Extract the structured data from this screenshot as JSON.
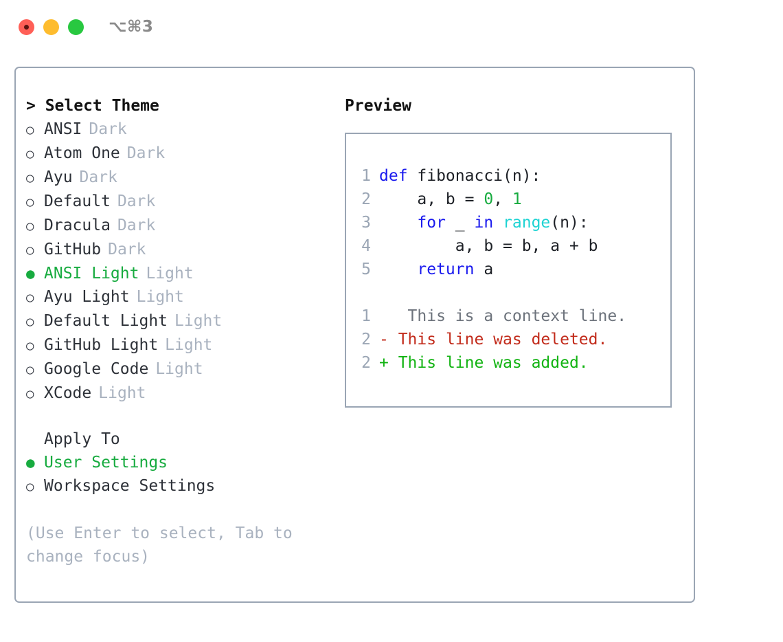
{
  "window": {
    "title": "⌥⌘3",
    "traffic_lights": [
      {
        "name": "close",
        "color": "#ff5f57"
      },
      {
        "name": "minimize",
        "color": "#febc2e"
      },
      {
        "name": "maximize",
        "color": "#28c840"
      }
    ]
  },
  "theme_panel": {
    "heading": "> Select Theme",
    "items": [
      {
        "bullet": "○",
        "label": "ANSI",
        "badge": "Dark",
        "selected": false
      },
      {
        "bullet": "○",
        "label": "Atom One",
        "badge": "Dark",
        "selected": false
      },
      {
        "bullet": "○",
        "label": "Ayu",
        "badge": "Dark",
        "selected": false
      },
      {
        "bullet": "○",
        "label": "Default",
        "badge": "Dark",
        "selected": false
      },
      {
        "bullet": "○",
        "label": "Dracula",
        "badge": "Dark",
        "selected": false
      },
      {
        "bullet": "○",
        "label": "GitHub",
        "badge": "Dark",
        "selected": false
      },
      {
        "bullet": "●",
        "label": "ANSI Light",
        "badge": "Light",
        "selected": true
      },
      {
        "bullet": "○",
        "label": "Ayu Light",
        "badge": "Light",
        "selected": false
      },
      {
        "bullet": "○",
        "label": "Default Light",
        "badge": "Light",
        "selected": false
      },
      {
        "bullet": "○",
        "label": "GitHub Light",
        "badge": "Light",
        "selected": false
      },
      {
        "bullet": "○",
        "label": "Google Code",
        "badge": "Light",
        "selected": false
      },
      {
        "bullet": "○",
        "label": "XCode",
        "badge": "Light",
        "selected": false
      }
    ]
  },
  "apply_to": {
    "heading": "Apply To",
    "items": [
      {
        "bullet": "●",
        "label": "User Settings",
        "selected": true
      },
      {
        "bullet": "○",
        "label": "Workspace Settings",
        "selected": false
      }
    ]
  },
  "hint": "(Use Enter to select, Tab to change focus)",
  "preview": {
    "title": "Preview",
    "code_lines": [
      {
        "num": "1",
        "tokens": [
          {
            "t": "def",
            "c": "kw"
          },
          {
            "t": " fibonacci(n):",
            "c": "txt"
          }
        ]
      },
      {
        "num": "2",
        "tokens": [
          {
            "t": "    a, b = ",
            "c": "txt"
          },
          {
            "t": "0",
            "c": "num"
          },
          {
            "t": ", ",
            "c": "txt"
          },
          {
            "t": "1",
            "c": "num"
          }
        ]
      },
      {
        "num": "3",
        "tokens": [
          {
            "t": "    ",
            "c": "txt"
          },
          {
            "t": "for",
            "c": "kw"
          },
          {
            "t": " _ ",
            "c": "txt"
          },
          {
            "t": "in",
            "c": "kw"
          },
          {
            "t": " ",
            "c": "txt"
          },
          {
            "t": "range",
            "c": "fn"
          },
          {
            "t": "(n):",
            "c": "txt"
          }
        ]
      },
      {
        "num": "4",
        "tokens": [
          {
            "t": "        a, b = b, a + b",
            "c": "txt"
          }
        ]
      },
      {
        "num": "5",
        "tokens": [
          {
            "t": "    ",
            "c": "txt"
          },
          {
            "t": "return",
            "c": "kw"
          },
          {
            "t": " a",
            "c": "txt"
          }
        ]
      }
    ],
    "diff_lines": [
      {
        "num": "1",
        "marker": " ",
        "text": "  This is a context line.",
        "kind": "ctx"
      },
      {
        "num": "2",
        "marker": "-",
        "text": " This line was deleted.",
        "kind": "del"
      },
      {
        "num": "2",
        "marker": "+",
        "text": " This line was added.",
        "kind": "add"
      }
    ]
  },
  "colors": {
    "accent_green": "#17ab3f",
    "keyword_blue": "#1a1aee",
    "function_cyan": "#1ed3d3",
    "number_green": "#17ab3f",
    "diff_delete_red": "#c22b1b",
    "diff_add_green": "#12b312",
    "muted_gray": "#a9b2bf",
    "border_gray": "#9aa5b4"
  }
}
